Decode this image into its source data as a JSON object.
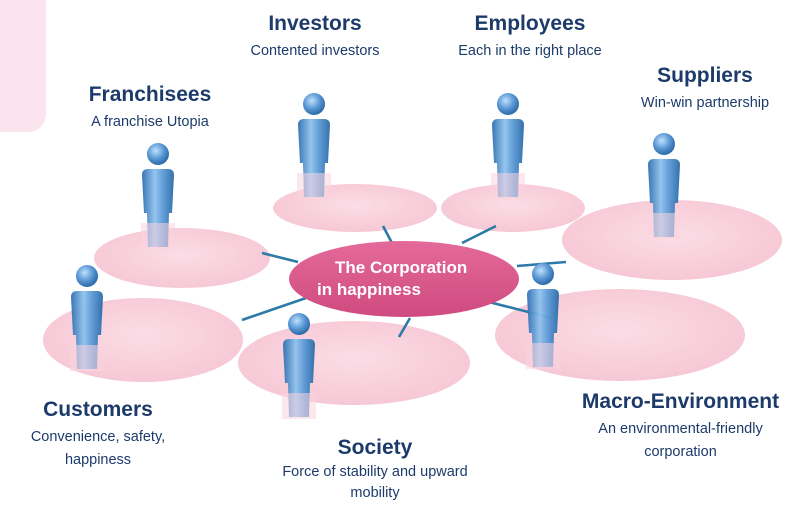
{
  "colors": {
    "title": "#1c3b6b",
    "hub_fill": "#d9538a",
    "connector": "#2c7aa6",
    "ellipse": "#f9d3de",
    "figure": "#5b9bd5"
  },
  "hub": {
    "line1": "The Corporation",
    "line2": "in happiness"
  },
  "stakeholders": [
    {
      "title": "Investors",
      "description": "Contented investors"
    },
    {
      "title": "Employees",
      "description": "Each in the right place"
    },
    {
      "title": "Suppliers",
      "description": "Win-win partnership"
    },
    {
      "title": "Franchisees",
      "description": "A franchise Utopia"
    },
    {
      "title": "Customers",
      "description_lines": [
        "Convenience, safety,",
        "happiness"
      ]
    },
    {
      "title": "Society",
      "description_lines": [
        "Force of stability and upward",
        "mobility"
      ]
    },
    {
      "title": "Macro-Environment",
      "description_lines": [
        "An environmental-friendly",
        "corporation"
      ]
    }
  ]
}
